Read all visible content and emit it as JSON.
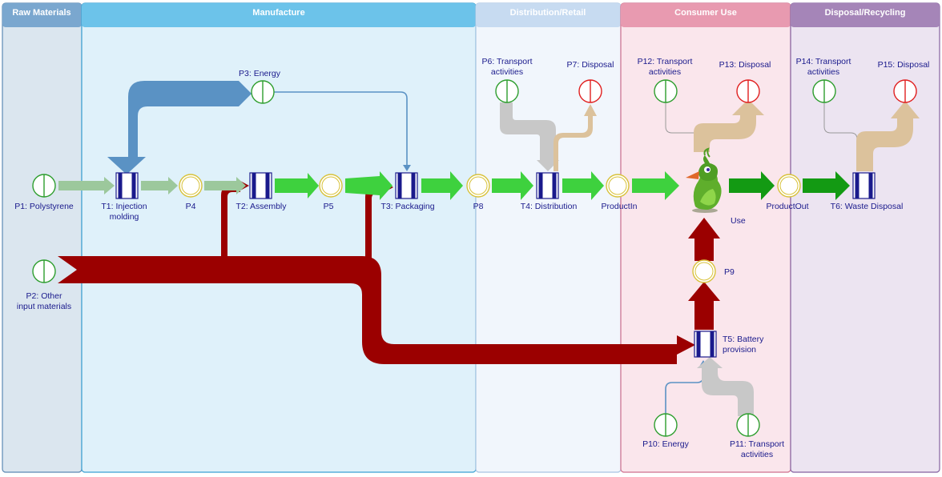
{
  "lanes": [
    {
      "id": "raw",
      "title": "Raw Materials",
      "head": "#7aa7cf",
      "body": "#dbe6ef",
      "border": "#5b88b3"
    },
    {
      "id": "mfg",
      "title": "Manufacture",
      "head": "#6cc3ea",
      "body": "#dff1fa",
      "border": "#3aa1d3"
    },
    {
      "id": "dist",
      "title": "Distribution/Retail",
      "head": "#c7dbf1",
      "body": "#f1f6fc",
      "border": "#a9c4e2"
    },
    {
      "id": "use",
      "title": "Consumer Use",
      "head": "#e89ab0",
      "body": "#fae6ec",
      "border": "#cf6f8d"
    },
    {
      "id": "disp",
      "title": "Disposal/Recycling",
      "head": "#a585b8",
      "body": "#ece4f1",
      "border": "#8561a0"
    }
  ],
  "nodes": {
    "p1": "P1: Polystyrene",
    "p2": [
      "P2: Other",
      "input materials"
    ],
    "p3": "P3: Energy",
    "p4": "P4",
    "p5": "P5",
    "p6": [
      "P6: Transport",
      "activities"
    ],
    "p7": "P7: Disposal",
    "p8": "P8",
    "p9": "P9",
    "p10": "P10: Energy",
    "p11": [
      "P11: Transport",
      "activities"
    ],
    "p12": [
      "P12: Transport",
      "activities"
    ],
    "p13": "P13: Disposal",
    "p14": [
      "P14: Transport",
      "activities"
    ],
    "p15": "P15: Disposal",
    "t1": [
      "T1: Injection",
      "molding"
    ],
    "t2": "T2: Assembly",
    "t3": "T3: Packaging",
    "t4": "T4: Distribution",
    "t5": [
      "T5: Battery",
      "provision"
    ],
    "t6": "T6: Waste Disposal",
    "product_in": "ProductIn",
    "product_out": "ProductOut",
    "use": "Use"
  },
  "colors": {
    "polystyrene_flow": "#9cc89c",
    "product_flow": "#3ed13e",
    "product_out_flow": "#139a13",
    "other_materials_flow": "#9b0000",
    "energy_flow": "#5a92c4",
    "transport_flow": "#c8c8c8",
    "disposal_flow": "#dcc29c",
    "transition_border": "#1a1a8c",
    "place_border": "#d8c23a",
    "input_border": "#2e9e2e",
    "output_border": "#e02020"
  }
}
